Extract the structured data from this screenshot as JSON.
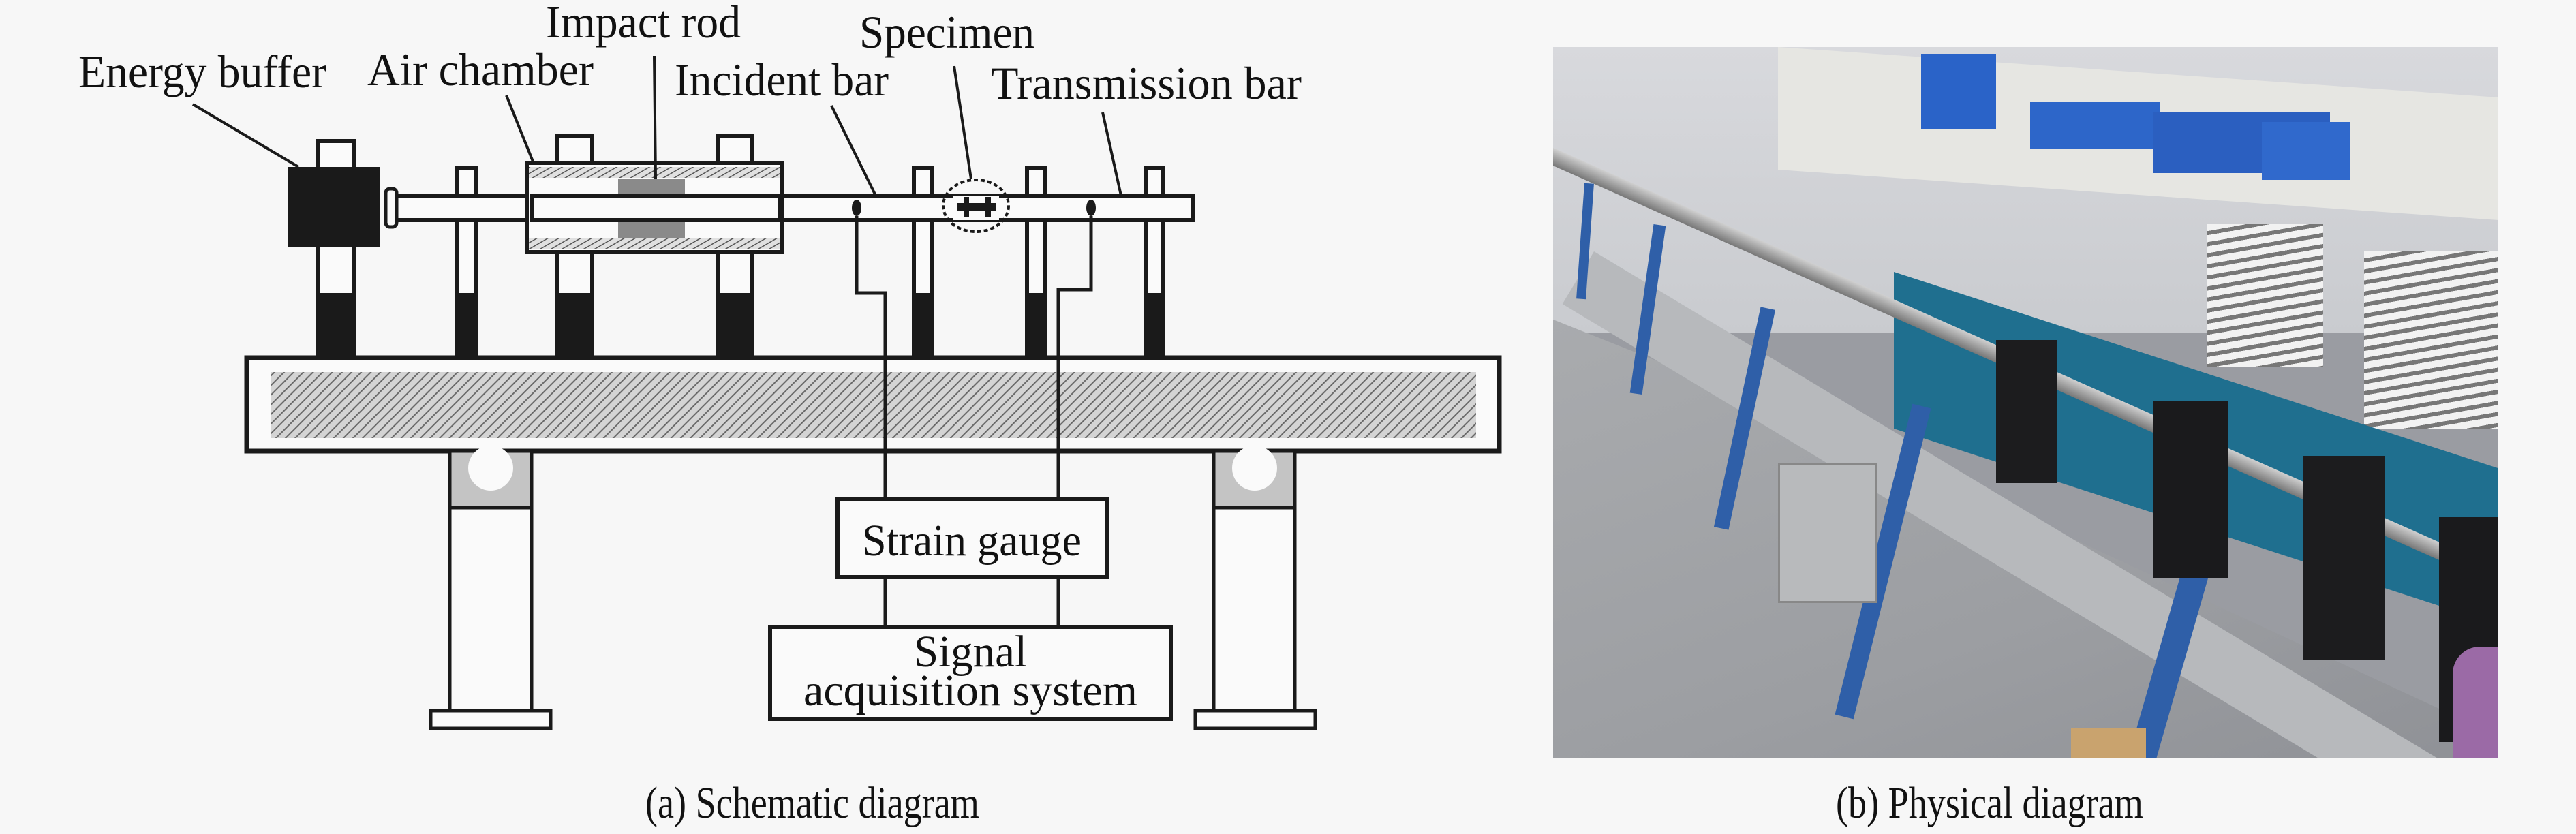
{
  "panels": {
    "a": {
      "caption": "(a) Schematic diagram",
      "labels": {
        "energy_buffer": "Energy buffer",
        "air_chamber": "Air chamber",
        "impact_rod": "Impact rod",
        "incident_bar": "Incident bar",
        "specimen": "Specimen",
        "transmission_bar": "Transmission bar"
      },
      "boxes": {
        "strain_gauge": "Strain gauge",
        "signal_line1": "Signal",
        "signal_line2": "acquisition system"
      }
    },
    "b": {
      "caption": "(b) Physical diagram",
      "image_description": "Photograph of split Hopkinson pressure bar test rig in laboratory"
    }
  },
  "colors": {
    "ink": "#1a1a1a",
    "background": "#f7f7f7",
    "impact_rod_fill": "#8a8a8a",
    "clamp_fill": "#c4c4c4",
    "frame_blue": "#2f5fa8"
  }
}
